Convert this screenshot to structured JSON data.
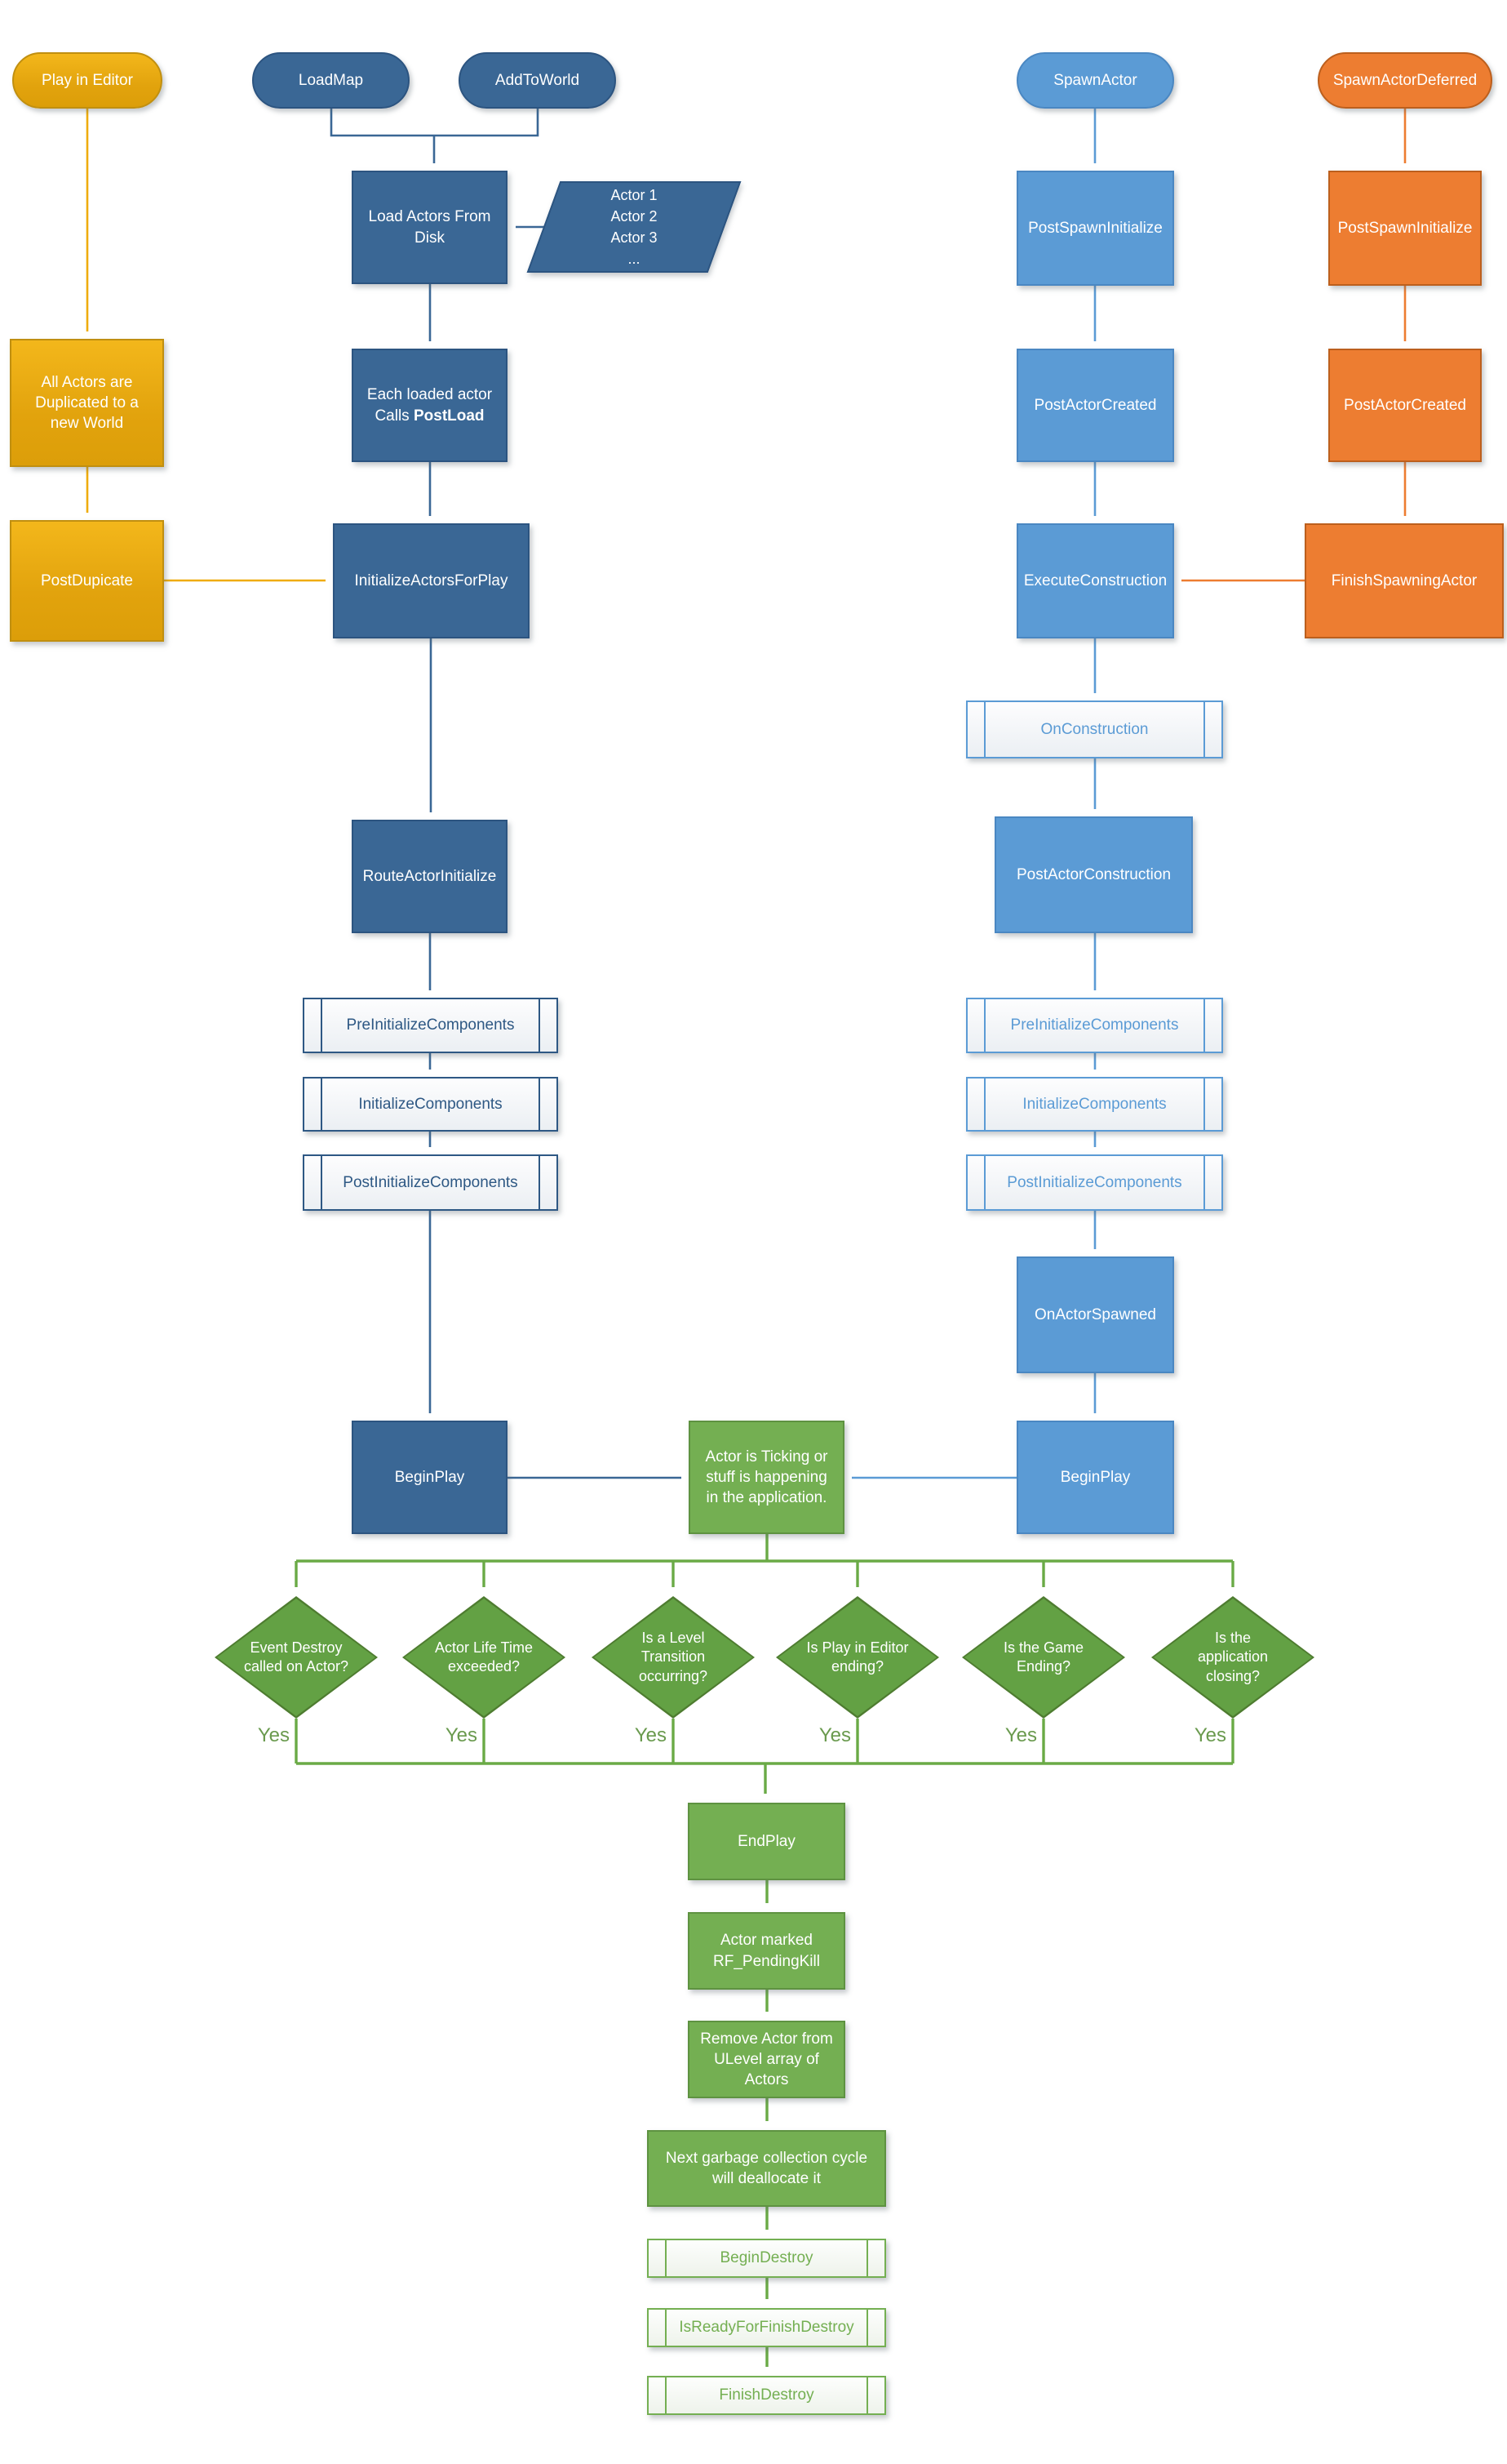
{
  "palette": {
    "dark_blue": "#3A6795",
    "mid_blue": "#5B9BD5",
    "orange": "#ED7D31",
    "gold": "#E9A913",
    "green_box": "#74AF52",
    "green_diamond": "#63A144",
    "green_line": "#6AAA46"
  },
  "editor_flow": {
    "play_in_editor": "Play in Editor",
    "all_actors_duplicated": "All Actors are Duplicated to a new World",
    "post_dupicate": "PostDupicate"
  },
  "load_flow": {
    "load_map": "LoadMap",
    "add_to_world": "AddToWorld",
    "load_actors_from_disk": "Load Actors From Disk",
    "actor_list": [
      "Actor 1",
      "Actor 2",
      "Actor 3",
      "..."
    ],
    "each_loaded_actor": "Each loaded actor",
    "calls_label": "Calls",
    "post_load_label": "PostLoad",
    "initialize_actors_for_play": "InitializeActorsForPlay",
    "route_actor_initialize": "RouteActorInitialize",
    "pre_initialize_components": "PreInitializeComponents",
    "initialize_components": "InitializeComponents",
    "post_initialize_components": "PostInitializeComponents",
    "begin_play": "BeginPlay"
  },
  "spawn_flow": {
    "spawn_actor": "SpawnActor",
    "post_spawn_initialize": "PostSpawnInitialize",
    "post_actor_created": "PostActorCreated",
    "execute_construction": "ExecuteConstruction",
    "on_construction": "OnConstruction",
    "post_actor_construction": "PostActorConstruction",
    "pre_initialize_components": "PreInitializeComponents",
    "initialize_components": "InitializeComponents",
    "post_initialize_components": "PostInitializeComponents",
    "on_actor_spawned": "OnActorSpawned",
    "begin_play": "BeginPlay"
  },
  "deferred_flow": {
    "spawn_actor_deferred": "SpawnActorDeferred",
    "post_spawn_initialize": "PostSpawnInitialize",
    "post_actor_created": "PostActorCreated",
    "finish_spawning_actor": "FinishSpawningActor"
  },
  "runtime": {
    "ticking": "Actor is Ticking or stuff is happening in the application."
  },
  "decisions": [
    {
      "label": "Event Destroy called on Actor?",
      "answer": "Yes"
    },
    {
      "label": "Actor Life Time exceeded?",
      "answer": "Yes"
    },
    {
      "label": "Is a Level Transition occurring?",
      "answer": "Yes"
    },
    {
      "label": "Is Play in Editor ending?",
      "answer": "Yes"
    },
    {
      "label": "Is the Game Ending?",
      "answer": "Yes"
    },
    {
      "label": "Is the application closing?",
      "answer": "Yes"
    }
  ],
  "destroy_flow": {
    "end_play": "EndPlay",
    "actor_marked_pending_kill": "Actor marked RF_PendingKill",
    "remove_actor": "Remove Actor from ULevel array of Actors",
    "garbage_collection": "Next garbage collection cycle will deallocate it",
    "begin_destroy": "BeginDestroy",
    "is_ready_for_finish_destroy": "IsReadyForFinishDestroy",
    "finish_destroy": "FinishDestroy"
  }
}
